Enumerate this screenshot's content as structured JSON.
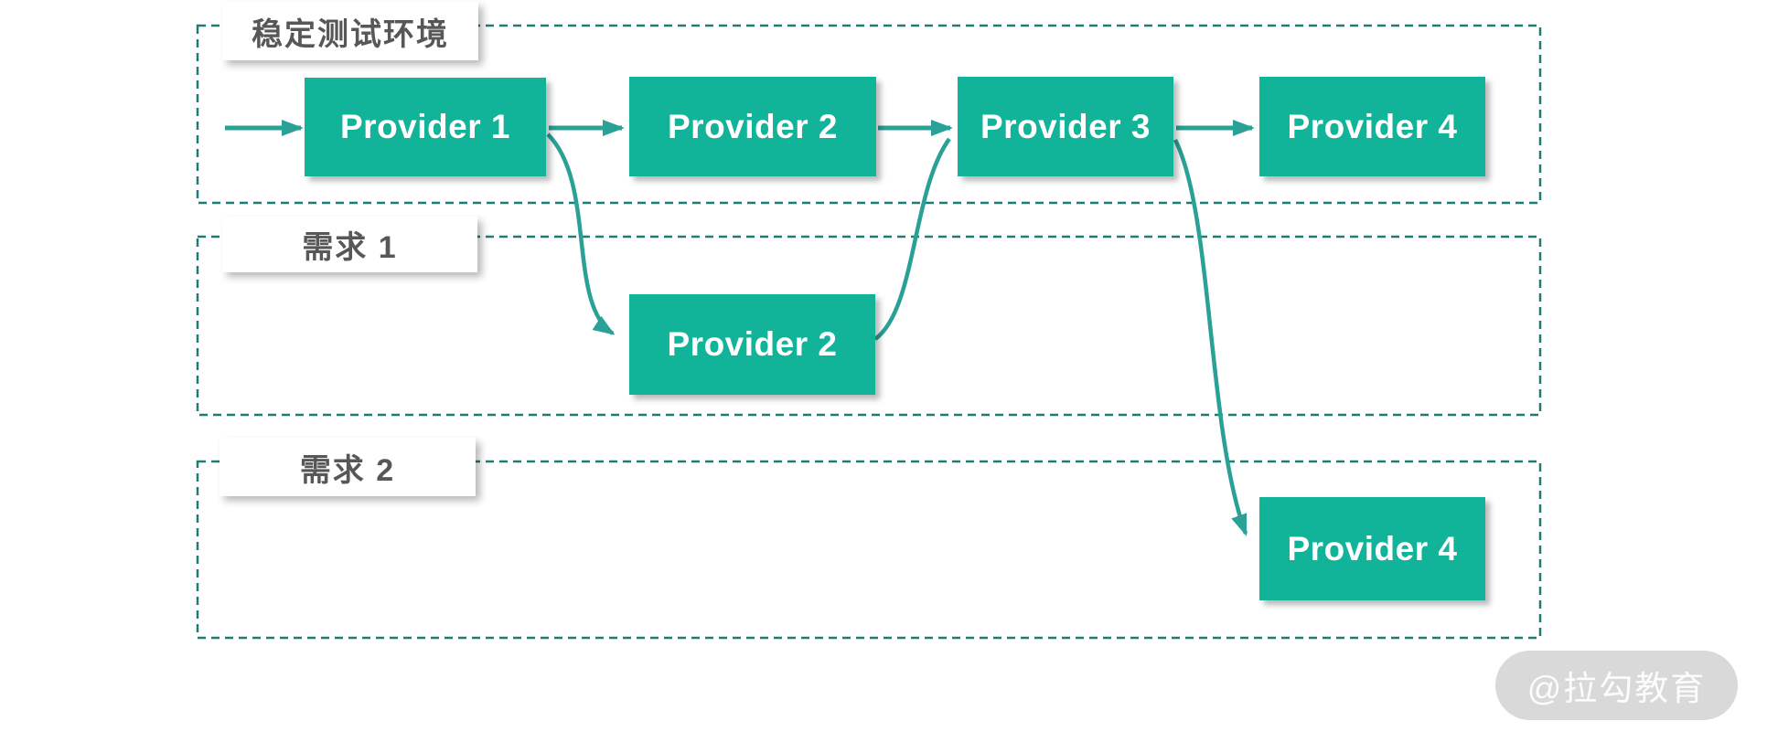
{
  "diagram": {
    "regions": [
      {
        "id": "stable",
        "label": "稳定测试环境"
      },
      {
        "id": "req1",
        "label": "需求 1"
      },
      {
        "id": "req2",
        "label": "需求 2"
      }
    ],
    "nodes": [
      {
        "id": "p1",
        "label": "Provider 1",
        "region": "stable"
      },
      {
        "id": "p2",
        "label": "Provider 2",
        "region": "stable"
      },
      {
        "id": "p3",
        "label": "Provider 3",
        "region": "stable"
      },
      {
        "id": "p4",
        "label": "Provider 4",
        "region": "stable"
      },
      {
        "id": "req1-p2",
        "label": "Provider 2",
        "region": "req1"
      },
      {
        "id": "req2-p4",
        "label": "Provider 4",
        "region": "req2"
      }
    ],
    "edges": [
      {
        "from": "entry",
        "to": "p1",
        "type": "arrow"
      },
      {
        "from": "p1",
        "to": "p2",
        "type": "arrow"
      },
      {
        "from": "p2",
        "to": "p3",
        "type": "arrow"
      },
      {
        "from": "p3",
        "to": "p4",
        "type": "arrow"
      },
      {
        "from": "p1",
        "to": "req1-p2",
        "type": "curve"
      },
      {
        "from": "req1-p2",
        "to": "p3",
        "type": "curve"
      },
      {
        "from": "p3",
        "to": "req2-p4",
        "type": "curve"
      }
    ],
    "colors": {
      "node_fill": "#11b399",
      "node_text": "#ffffff",
      "line": "#2aa196",
      "region_border": "#1d7d72",
      "label_text": "#575757",
      "watermark_bg": "#d6d6d6",
      "watermark_text": "#ffffff"
    },
    "watermark": {
      "text": "@拉勾教育"
    }
  }
}
